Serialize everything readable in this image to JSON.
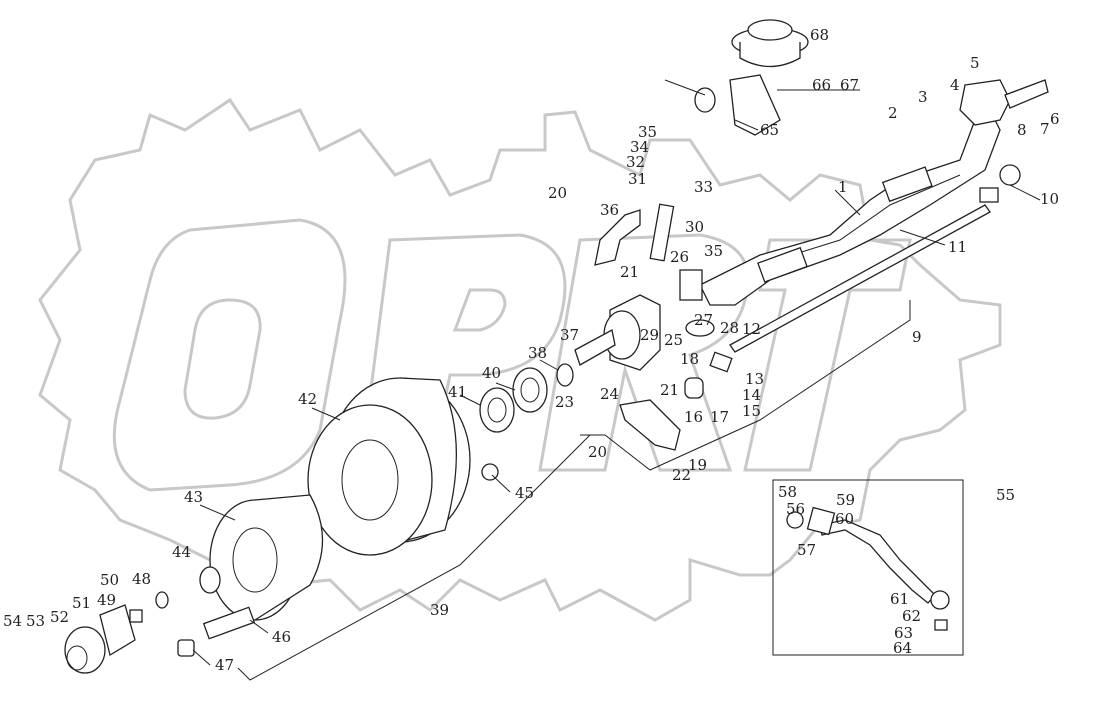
{
  "diagram": {
    "watermark": "ORPT",
    "inset_group": "55",
    "callouts": [
      "1",
      "2",
      "3",
      "4",
      "5",
      "6",
      "7",
      "8",
      "9",
      "10",
      "11",
      "12",
      "13",
      "14",
      "15",
      "16",
      "17",
      "18",
      "19",
      "20",
      "20",
      "21",
      "21",
      "22",
      "23",
      "24",
      "25",
      "26",
      "27",
      "28",
      "29",
      "30",
      "31",
      "32",
      "33",
      "34",
      "35",
      "35",
      "36",
      "37",
      "38",
      "39",
      "40",
      "41",
      "42",
      "43",
      "44",
      "45",
      "46",
      "47",
      "48",
      "49",
      "50",
      "51",
      "52",
      "53",
      "54",
      "55",
      "56",
      "57",
      "58",
      "59",
      "60",
      "61",
      "62",
      "63",
      "64",
      "65",
      "66",
      "67",
      "68"
    ]
  },
  "colors": {
    "line": "#222222",
    "watermark": "#c8c8c8"
  }
}
